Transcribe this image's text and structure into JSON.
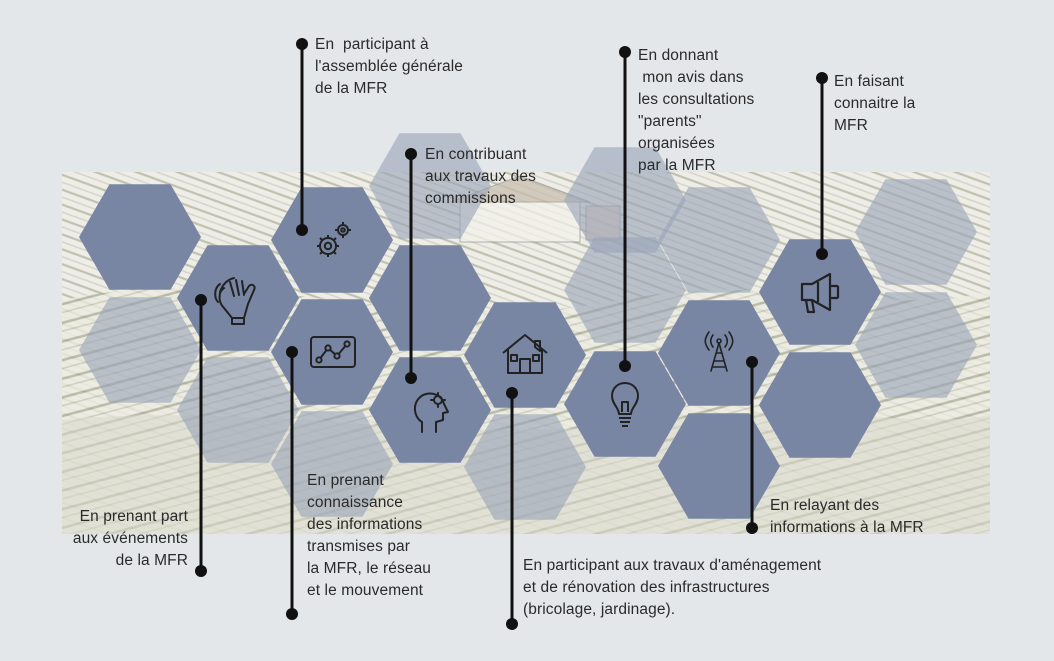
{
  "palette": {
    "background": "#e4e7ea",
    "hexagon": "#7886a4",
    "hexagon_faded": "#9aa5b8",
    "connector": "#111111",
    "icon": "#222222",
    "text": "#2a2a2a"
  },
  "items": [
    {
      "id": "evenements",
      "text": "En prenant part\naux événements\nde la MFR",
      "icon": "gloves-icon"
    },
    {
      "id": "assemblee",
      "text": "En  participant à\nl'assemblée générale\nde la MFR",
      "icon": "gears-icon"
    },
    {
      "id": "informations",
      "text": "En prenant\nconnaissance\ndes informations\ntransmises par\nla MFR, le réseau\net le mouvement",
      "icon": "chart-icon"
    },
    {
      "id": "commissions",
      "text": "En contribuant\naux travaux des\ncommissions",
      "icon": "head-gear-icon"
    },
    {
      "id": "amenagement",
      "text": "En participant aux travaux d'aménagement\net de rénovation des infrastructures\n(bricolage, jardinage).",
      "icon": "house-icon"
    },
    {
      "id": "consultations",
      "text": "En donnant\n mon avis dans\nles consultations\n\"parents\"\norganisées\npar la MFR",
      "icon": "lightbulb-icon"
    },
    {
      "id": "relayant",
      "text": "En relayant des\ninformations à la MFR",
      "icon": "antenna-icon"
    },
    {
      "id": "connaitre",
      "text": "En faisant\nconnaitre la\nMFR",
      "icon": "megaphone-icon"
    }
  ]
}
